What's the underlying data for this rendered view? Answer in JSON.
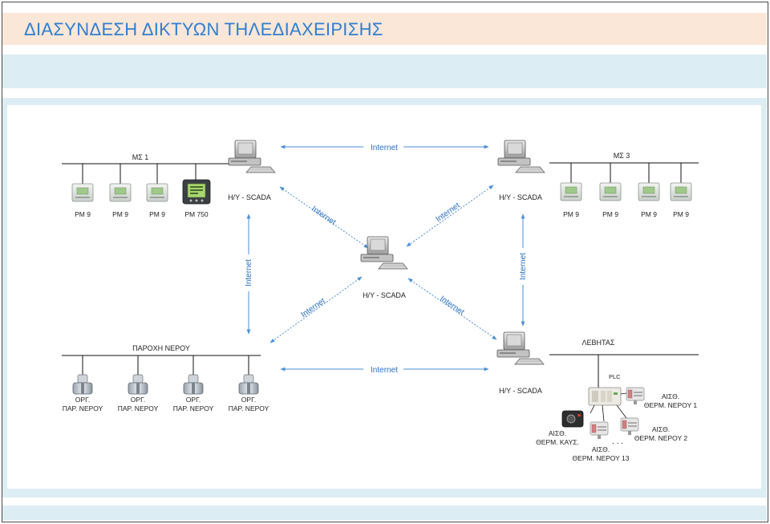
{
  "title": "ΔΙΑΣΥΝΔΕΣΗ  ΔΙΚΤΥΩΝ ΤΗΛΕΔΙΑΧΕΙΡΙΣΗΣ",
  "colors": {
    "title": "#2f7fd0",
    "band": "#dcedf3",
    "title_bg": "#fbe7d8",
    "link": "#4a8fd6"
  },
  "stations": {
    "ms1": {
      "label": "ΜΣ 1",
      "scada": "Η/Υ - SCADA",
      "meters": [
        "PM 9",
        "PM 9",
        "PM 9",
        "PM 750"
      ]
    },
    "ms3": {
      "label": "ΜΣ 3",
      "scada": "Η/Υ - SCADA",
      "meters": [
        "PM 9",
        "PM 9",
        "PM 9",
        "PM 9"
      ]
    },
    "center": {
      "scada": "Η/Υ - SCADA"
    },
    "water": {
      "label": "ΠΑΡΟΧΗ ΝΕΡΟΥ",
      "meters": [
        [
          "ΟΡΓ.",
          "ΠΑΡ. ΝΕΡΟΥ"
        ],
        [
          "ΟΡΓ.",
          "ΠΑΡ. ΝΕΡΟΥ"
        ],
        [
          "ΟΡΓ.",
          "ΠΑΡ. ΝΕΡΟΥ"
        ],
        [
          "ΟΡΓ.",
          "ΠΑΡ. ΝΕΡΟΥ"
        ]
      ]
    },
    "boiler": {
      "label": "ΛΕΒΗΤΑΣ",
      "scada": "Η/Υ - SCADA",
      "plc": "PLC",
      "sensor1": [
        "ΑΙΣΘ.",
        "ΘΕΡΜ. ΝΕΡΟΥ 1"
      ],
      "sensor2": [
        "ΑΙΣΘ.",
        "ΘΕΡΜ. ΝΕΡΟΥ 2"
      ],
      "sensor13": [
        "ΑΙΣΘ.",
        "ΘΕΡΜ. ΝΕΡΟΥ 13"
      ],
      "sensor_kays": [
        "ΑΙΣΘ.",
        "ΘΕΡΜ. ΚΑΥΣ."
      ],
      "dots": ". . ."
    }
  },
  "links": {
    "top": "Internet",
    "bottom": "Internet",
    "left": "Internet",
    "right": "Internet",
    "diag_tl": "Internet",
    "diag_tr": "Internet",
    "diag_bl": "Internet",
    "diag_br": "Internet"
  }
}
